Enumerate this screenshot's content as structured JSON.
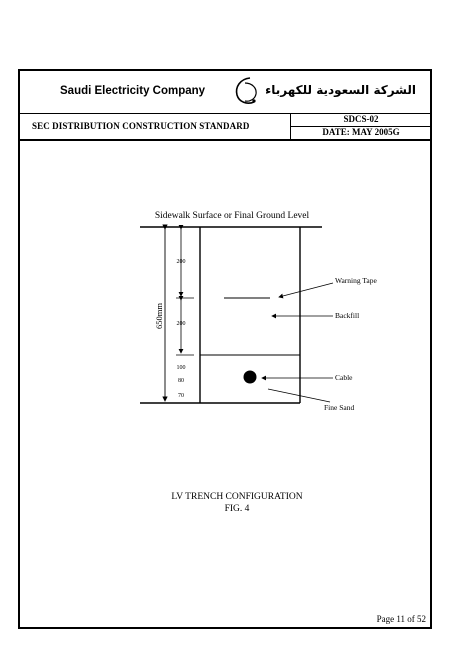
{
  "header": {
    "company_en": "Saudi Electricity Company",
    "company_ar": "الشركة السعودية للكهرباء",
    "standard_title": "SEC DISTRIBUTION CONSTRUCTION STANDARD",
    "doc_code": "SDCS-02",
    "doc_date": "DATE:  MAY 2005G",
    "logo_icon": "sec-logo-icon"
  },
  "diagram": {
    "surface_label": "Sidewalk Surface or Final Ground Level",
    "total_depth_label": "650mm",
    "dims": [
      "200",
      "200",
      "100",
      "80",
      "70"
    ],
    "labels": {
      "warning_tape": "Warning Tape",
      "backfill": "Backfill",
      "cable": "Cable",
      "fine_sand": "Fine Sand"
    }
  },
  "caption": {
    "line1": "LV TRENCH CONFIGURATION",
    "line2": "FIG. 4"
  },
  "footer": {
    "page": "Page 11 of 52"
  }
}
